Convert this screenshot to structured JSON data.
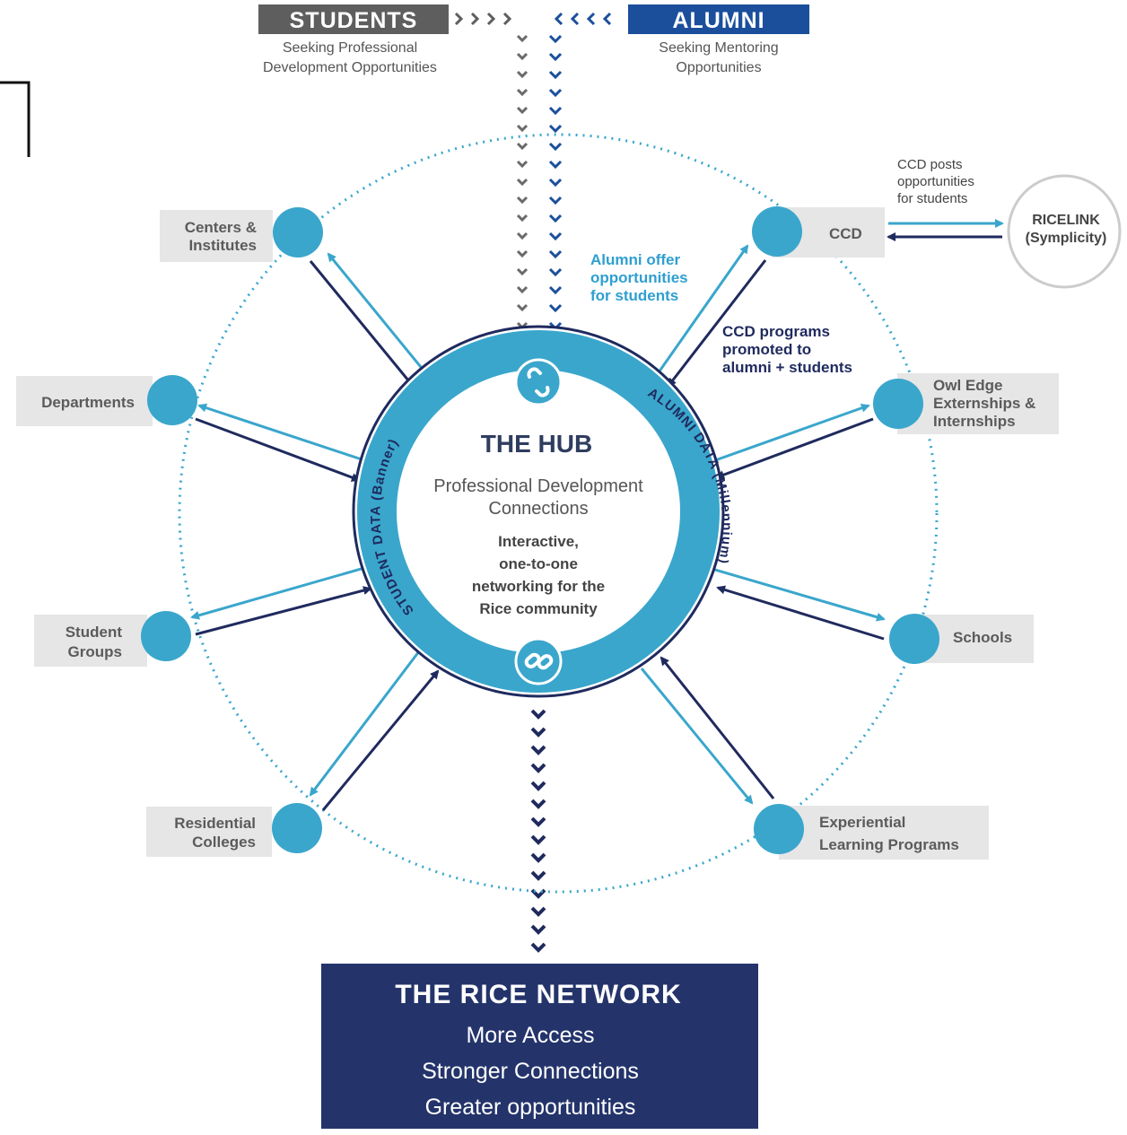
{
  "header": {
    "students_label": "STUDENTS",
    "students_sub_line1": "Seeking Professional",
    "students_sub_line2": "Development Opportunities",
    "alumni_label": "ALUMNI",
    "alumni_sub_line1": "Seeking Mentoring",
    "alumni_sub_line2": "Opportunities"
  },
  "hub": {
    "title": "THE HUB",
    "subtitle_line1": "Professional Development",
    "subtitle_line2": "Connections",
    "desc_line1": "Interactive,",
    "desc_line2": "one-to-one",
    "desc_line3": "networking for the",
    "desc_line4": "Rice community",
    "left_ring_text": "STUDENT DATA (Banner)",
    "right_ring_text": "ALUMNI DATA (Millennium)"
  },
  "nodes": {
    "centers_line1": "Centers &",
    "centers_line2": "Institutes",
    "departments": "Departments",
    "student_groups_line1": "Student",
    "student_groups_line2": "Groups",
    "residential_line1": "Residential",
    "residential_line2": "Colleges",
    "ccd": "CCD",
    "owl_line1": "Owl Edge",
    "owl_line2": "Externships &",
    "owl_line3": "Internships",
    "schools": "Schools",
    "experiential_line1": "Experiential",
    "experiential_line2": "Learning Programs"
  },
  "ricelink": {
    "line1": "RICELINK",
    "line2": "(Symplicity)",
    "note_line1": "CCD posts",
    "note_line2": "opportunities",
    "note_line3": "for students"
  },
  "notes": {
    "alumni_offer_line1": "Alumni offer",
    "alumni_offer_line2": "opportunities",
    "alumni_offer_line3": "for students",
    "ccd_programs_line1": "CCD programs",
    "ccd_programs_line2": "promoted to",
    "ccd_programs_line3": "alumni + students"
  },
  "network": {
    "title": "THE RICE NETWORK",
    "line1": "More Access",
    "line2": "Stronger Connections",
    "line3": "Greater opportunities"
  },
  "colors": {
    "node_blue": "#3aa6cc",
    "light_arrow": "#3aa6cc",
    "navy": "#1f2a5e",
    "box_gray": "#e6e6e6",
    "header_gray": "#5e5e5e",
    "header_navy": "#1b4f9c"
  }
}
